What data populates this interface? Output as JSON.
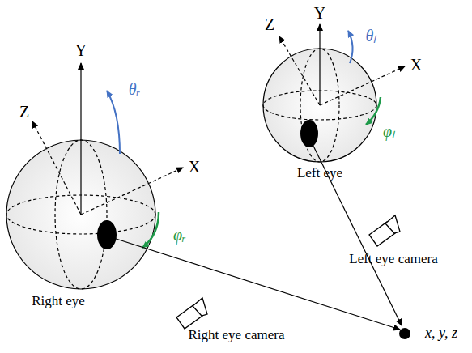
{
  "diagram": {
    "labels": [
      "Y",
      "Z",
      "X",
      "θᵣ",
      "φᵣ",
      "Right eye",
      "Right eye camera",
      "Y",
      "Z",
      "X",
      "θₗ",
      "φₗ",
      "Left eye",
      "Left eye camera",
      "x, y, z"
    ]
  }
}
